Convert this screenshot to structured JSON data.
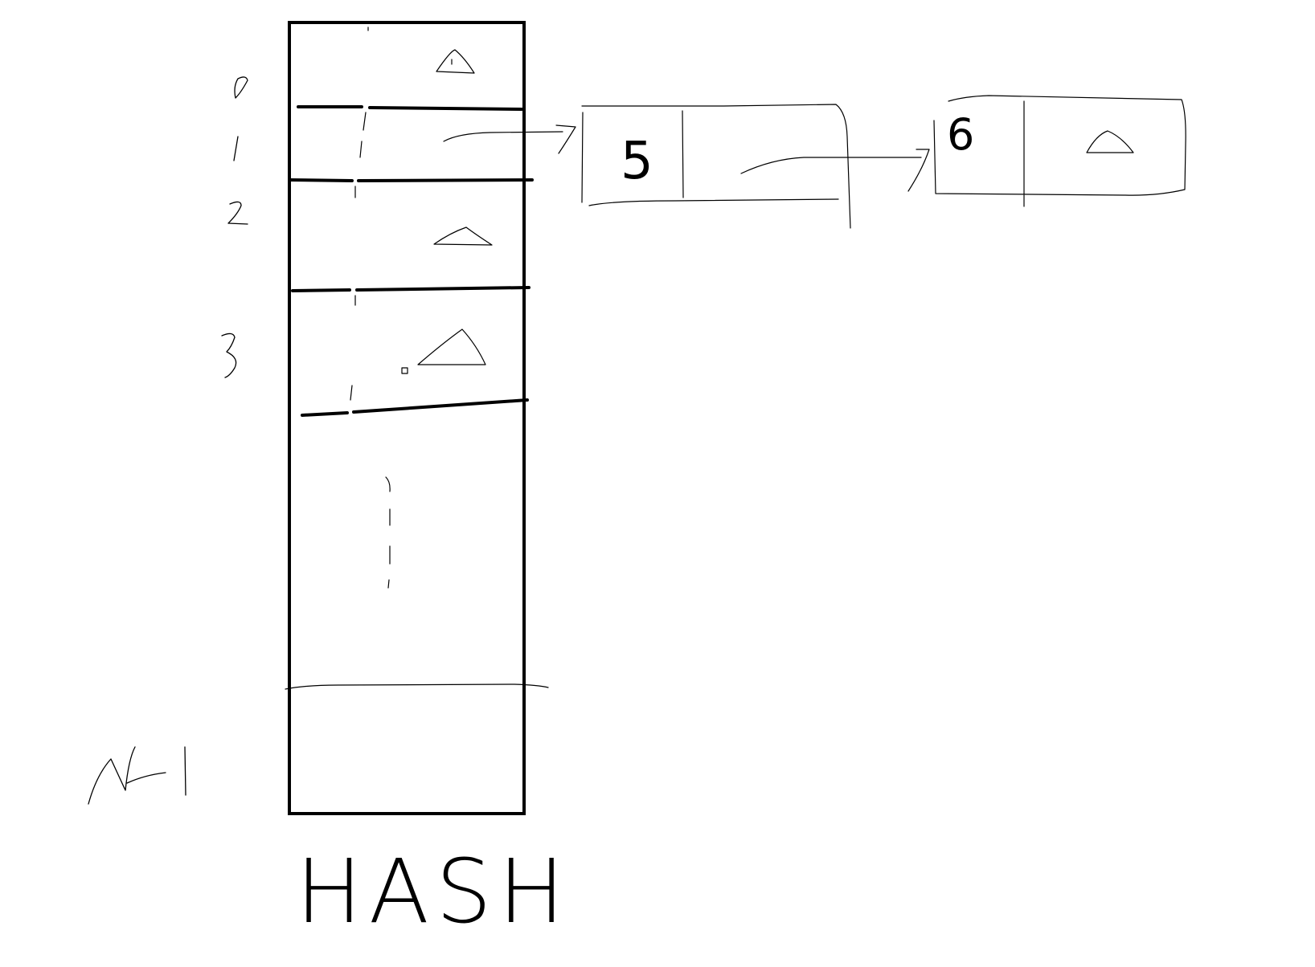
{
  "diagram": {
    "table_label": "HASH",
    "bucket_indices": [
      "0",
      "1",
      "2",
      "3",
      "N-1"
    ],
    "chain_nodes": [
      {
        "key": "5"
      },
      {
        "key": "6"
      }
    ],
    "null_symbol": "△",
    "ellipsis": "⋮"
  }
}
